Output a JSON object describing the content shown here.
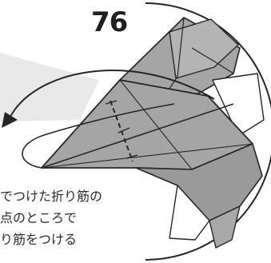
{
  "step": {
    "number": "76"
  },
  "instruction": {
    "lines": [
      "でつけた折り筋の",
      "点のところで",
      "り筋をつける"
    ]
  },
  "colors": {
    "paper": "#a5a5a5",
    "paper_dark": "#8f8f8f",
    "paper_light": "#c0c0c0",
    "outline": "#262626",
    "background": "#ffffff",
    "shadow_band": "#e6e6e6"
  },
  "icons": {
    "arrow": "curved-fold-arrow-icon"
  }
}
